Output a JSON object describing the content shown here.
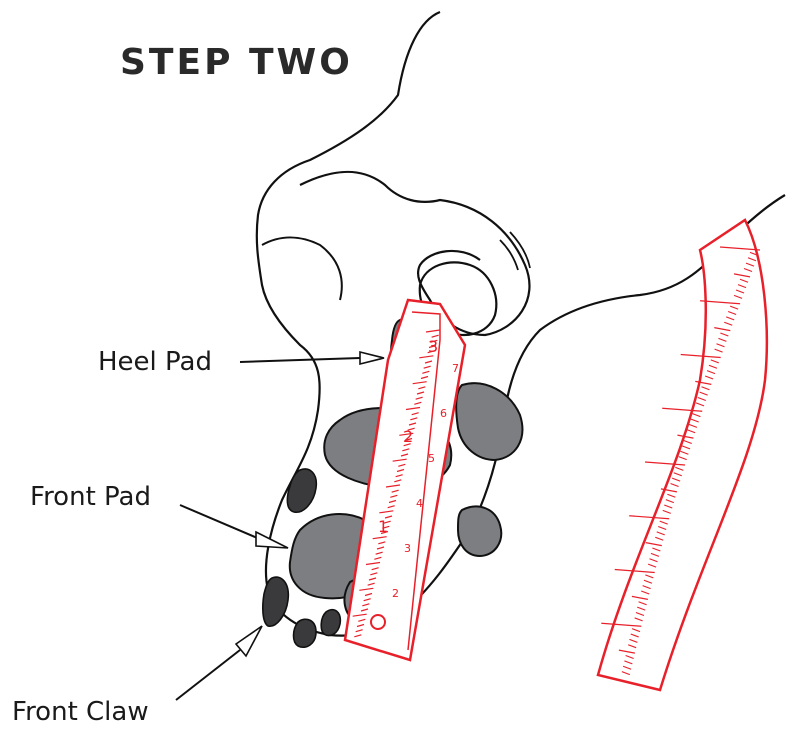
{
  "title": "STEP TWO",
  "labels": {
    "heel_pad": "Heel Pad",
    "front_pad": "Front Pad",
    "front_claw": "Front Claw"
  },
  "tape_numbers": [
    "3",
    "2",
    "1"
  ],
  "tape_numbers_inner": [
    "7",
    "6",
    "5",
    "4",
    "3",
    "2"
  ],
  "colors": {
    "tape": "#e8202a",
    "pad": "#7d7e81",
    "claw": "#3a3a3c",
    "outline": "#111111"
  }
}
